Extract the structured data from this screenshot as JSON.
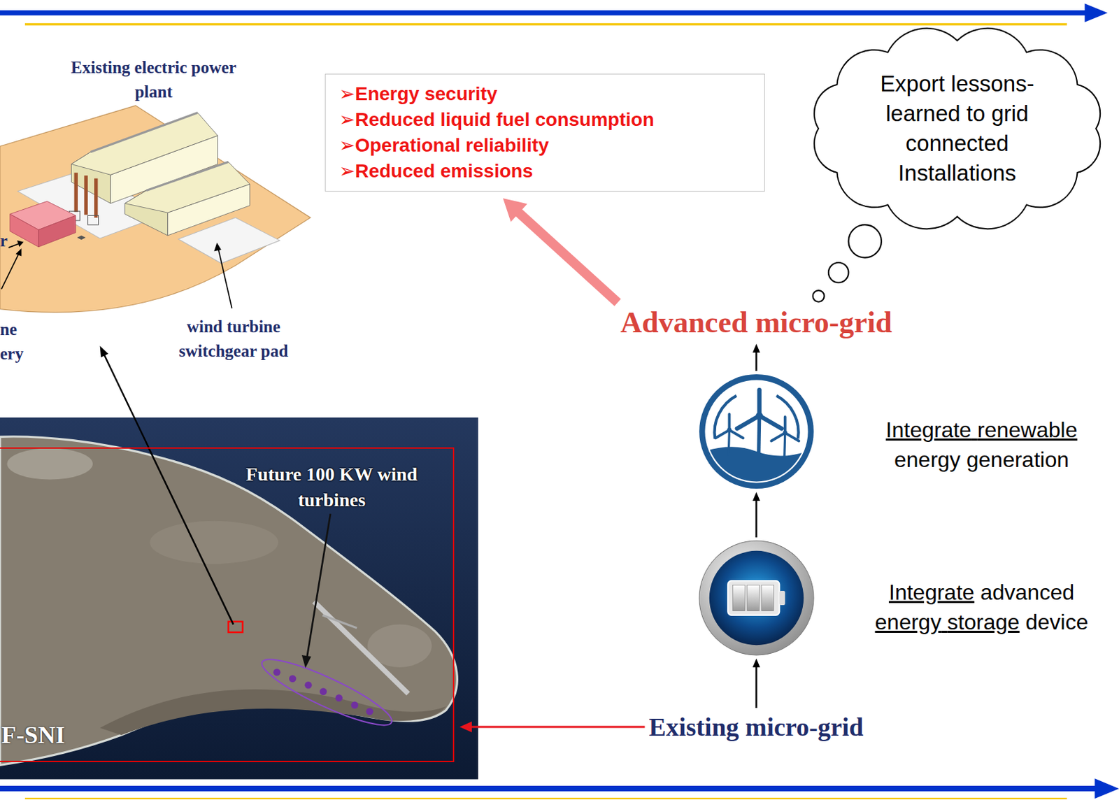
{
  "diagram": {
    "nodes": [
      {
        "text": [
          "Existing electric power plant"
        ]
      },
      {
        "text": [
          "➢Energy security",
          "➢Reduced liquid fuel consumption",
          "➢Operational reliability",
          "➢Reduced emissions"
        ]
      },
      {
        "text": [
          "Export lessons-learned to grid connected Installations"
        ]
      },
      {
        "text": [
          "Advanced micro-grid"
        ]
      },
      {
        "text": [
          "Integrate renewable energy generation"
        ]
      },
      {
        "text": [
          "Integrate advanced energy storage device"
        ]
      },
      {
        "text": [
          "Future 100 KW wind turbines",
          "F-SNI"
        ]
      },
      {
        "text": [
          "Existing micro-grid"
        ]
      }
    ],
    "edges": [
      {
        "from": 7,
        "to": 5,
        "arrow": "to"
      },
      {
        "from": 5,
        "to": 4,
        "arrow": "to"
      },
      {
        "from": 4,
        "to": 3,
        "arrow": "to"
      },
      {
        "from": 3,
        "to": 1,
        "arrow": "to"
      },
      {
        "from": 7,
        "to": 6,
        "arrow": "to"
      },
      {
        "from": 6,
        "to": 0,
        "arrow": "to"
      }
    ],
    "labels": [
      "r",
      "ne ery",
      "wind turbine switchgear pad"
    ]
  }
}
